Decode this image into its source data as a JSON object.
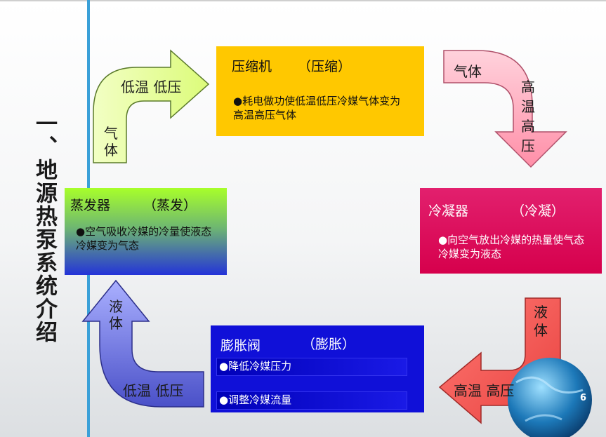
{
  "title": "一、地源热泵系统介绍",
  "compressor": {
    "name": "压缩机",
    "process": "（压缩）",
    "desc": "●耗电做功使低温低压冷媒气体变为高温高压气体"
  },
  "condenser": {
    "name": "冷凝器",
    "process": "（冷凝）",
    "desc": "●向空气放出冷媒的热量使气态冷媒变为液态"
  },
  "expansion_valve": {
    "name": "膨胀阀",
    "process": "（膨胀）",
    "items": [
      "●降低冷媒压力",
      "●调整冷媒流量"
    ]
  },
  "evaporator": {
    "name": "蒸发器",
    "process": "（蒸发）",
    "desc": "●空气吸收冷媒的冷量使液态冷媒变为气态"
  },
  "arrows": {
    "evap_to_comp": {
      "state_top": "低温 低压",
      "state_side": "气体"
    },
    "comp_to_cond": {
      "state_top": "气体",
      "state_side": "高温高压"
    },
    "cond_to_valve": {
      "state_top": "液体",
      "state_side": "高温 高压"
    },
    "valve_to_evap": {
      "state_top": "液体",
      "state_side": "低温 低压"
    }
  },
  "colors": {
    "compressor": "#ffc800",
    "condenser": "#d6004c",
    "valve": "#1010d8",
    "arrow_green": "#e9ff9a",
    "arrow_pink": "#ffb3c6",
    "arrow_red": "#f2605e",
    "arrow_blue": "#6a6ee0"
  },
  "page_number": "6"
}
